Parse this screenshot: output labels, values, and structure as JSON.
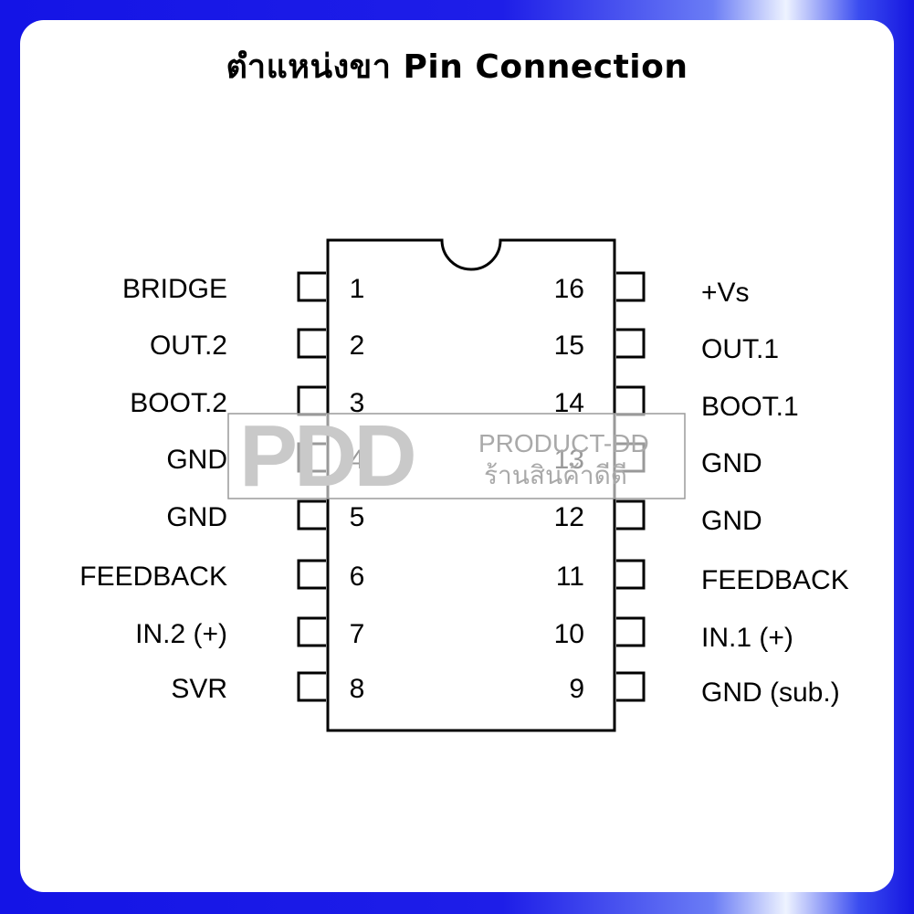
{
  "title": "ตำแหน่งขา Pin Connection",
  "left_pins": [
    {
      "number": "1",
      "label": "BRIDGE"
    },
    {
      "number": "2",
      "label": "OUT.2"
    },
    {
      "number": "3",
      "label": "BOOT.2"
    },
    {
      "number": "4",
      "label": "GND"
    },
    {
      "number": "5",
      "label": "GND"
    },
    {
      "number": "6",
      "label": "FEEDBACK"
    },
    {
      "number": "7",
      "label": "IN.2 (+)"
    },
    {
      "number": "8",
      "label": "SVR"
    }
  ],
  "right_pins": [
    {
      "number": "16",
      "label": "+Vs"
    },
    {
      "number": "15",
      "label": "OUT.1"
    },
    {
      "number": "14",
      "label": "BOOT.1"
    },
    {
      "number": "13",
      "label": "GND"
    },
    {
      "number": "12",
      "label": "GND"
    },
    {
      "number": "11",
      "label": "FEEDBACK"
    },
    {
      "number": "10",
      "label": "IN.1 (+)"
    },
    {
      "number": "9",
      "label": "GND (sub.)"
    }
  ],
  "watermark": {
    "logo_letters": "PDD",
    "line1": "PRODUCT-DD",
    "line2": "ร้านสินค้าดีดี"
  },
  "colors": {
    "frame": "#1414e6",
    "card": "#ffffff",
    "ink": "#000000"
  }
}
